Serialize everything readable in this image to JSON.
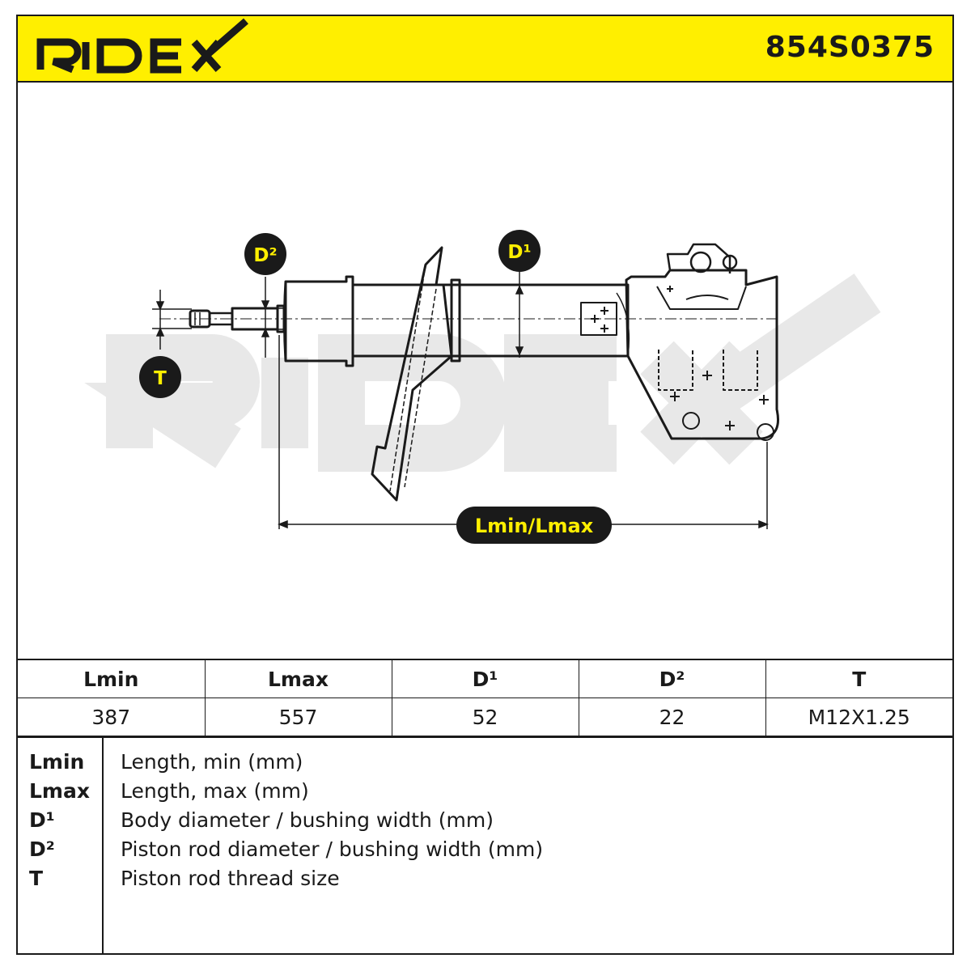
{
  "header": {
    "brand": "RIDEX",
    "part_number": "854S0375",
    "background_color": "#ffef00"
  },
  "diagram": {
    "callouts": {
      "d1": "D¹",
      "d2": "D²",
      "t": "T",
      "length": "Lmin/Lmax"
    },
    "watermark": "RIDEX"
  },
  "specs": {
    "headers": [
      "Lmin",
      "Lmax",
      "D¹",
      "D²",
      "T"
    ],
    "values": [
      "387",
      "557",
      "52",
      "22",
      "M12X1.25"
    ]
  },
  "legend": [
    {
      "key": "Lmin",
      "desc": "Length, min (mm)"
    },
    {
      "key": "Lmax",
      "desc": "Length, max (mm)"
    },
    {
      "key": "D¹",
      "desc": "Body diameter / bushing width (mm)"
    },
    {
      "key": "D²",
      "desc": "Piston rod diameter / bushing width (mm)"
    },
    {
      "key": "T",
      "desc": "Piston rod thread size"
    }
  ]
}
